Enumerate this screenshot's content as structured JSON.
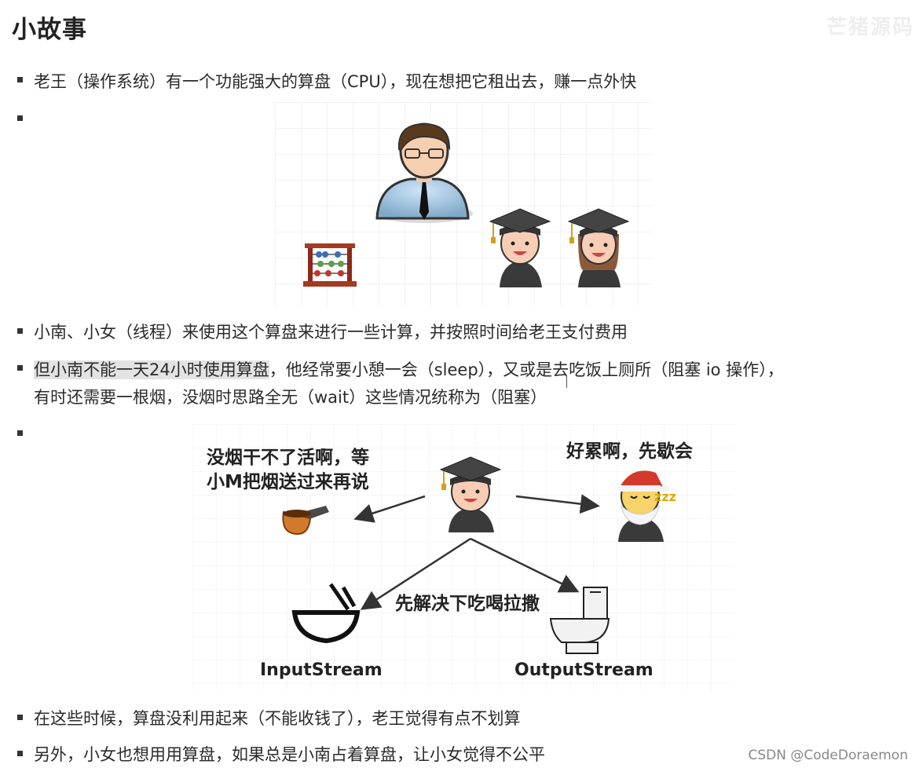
{
  "heading": "小故事",
  "watermark": "芒猪源码",
  "items": [
    "老王（操作系统）有一个功能强大的算盘（CPU），现在想把它租出去，赚一点外快",
    "",
    "小南、小女（线程）来使用这个算盘来进行一些计算，并按照时间给老王支付费用",
    "",
    "",
    "在这些时候，算盘没利用起来（不能收钱了），老王觉得有点不划算",
    "另外，小女也想用用算盘，如果总是小南占着算盘，让小女觉得不公平"
  ],
  "item4": {
    "highlight": "但小南不能一天24小时使用算盘",
    "rest1": "，他经常要小憩一会（sleep），又或是去吃饭上厕所（阻塞 io 操作），",
    "line2": "有时还需要一根烟，没烟时思路全无（wait）这些情况统称为（阻塞）"
  },
  "figure2": {
    "smoke_text_1": "没烟干不了活啊，等",
    "smoke_text_2": "小M把烟送过来再说",
    "tired_text": "好累啊，先歇会",
    "eat_text": "先解决下吃喝拉撒",
    "zzz": "zzz",
    "input_label": "InputStream",
    "output_label": "OutputStream"
  },
  "footer": "CSDN @CodeDoraemon"
}
